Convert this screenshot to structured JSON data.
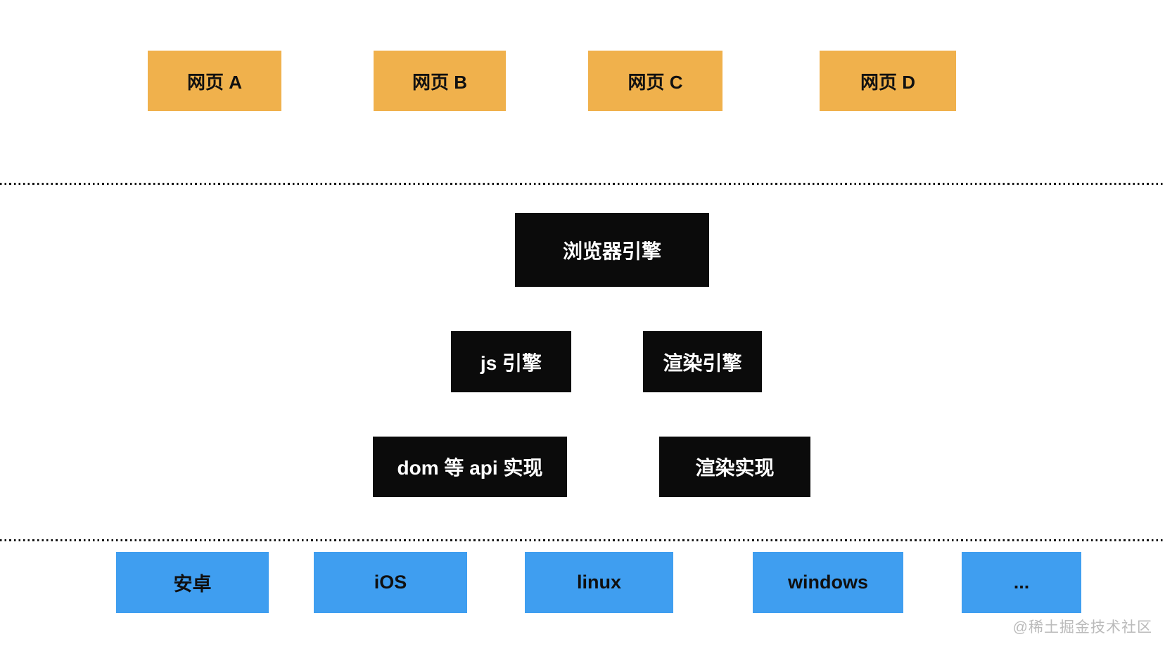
{
  "diagram": {
    "web_pages": [
      "网页 A",
      "网页 B",
      "网页 C",
      "网页 D"
    ],
    "browser_engine": "浏览器引擎",
    "engine_row": [
      "js 引擎",
      "渲染引擎"
    ],
    "impl_row": [
      "dom 等 api 实现",
      "渲染实现"
    ],
    "platforms": [
      "安卓",
      "iOS",
      "linux",
      "windows",
      "..."
    ]
  },
  "watermark": "@稀土掘金技术社区",
  "colors": {
    "web_page_box": "#F0B14C",
    "engine_box": "#0B0B0B",
    "engine_box_text": "#FFFFFF",
    "platform_box": "#3F9EF0",
    "box_text": "#111111",
    "dotted_line": "#141414",
    "watermark_text": "#BBBBBB"
  }
}
